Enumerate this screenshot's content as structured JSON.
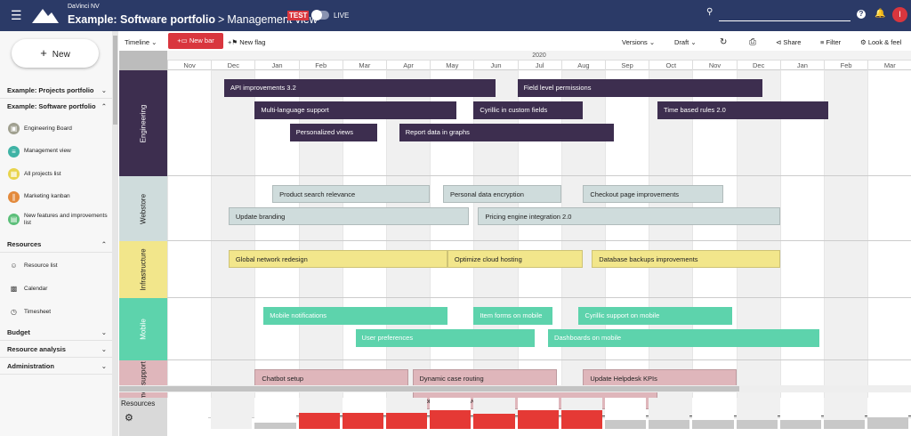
{
  "header": {
    "company": "DaVinci NV",
    "title": "Example: Software portfolio",
    "separator": ">",
    "view": "Management view",
    "test_label": "TEST",
    "live_label": "LIVE",
    "avatar_initial": "I",
    "help_label": "?"
  },
  "sidebar": {
    "new_label": "New",
    "projects_portfolio": "Example: Projects portfolio",
    "software_portfolio": "Example: Software portfolio",
    "items": [
      {
        "label": "Engineering Board",
        "icon": "board-icon",
        "color": "#a0a090"
      },
      {
        "label": "Management view",
        "icon": "timeline-icon",
        "color": "#3fb3a5"
      },
      {
        "label": "All projects list",
        "icon": "grid-icon",
        "color": "#e8d44d"
      },
      {
        "label": "Marketing kanban",
        "icon": "kanban-icon",
        "color": "#e38a3c"
      },
      {
        "label": "New features and improvements list",
        "icon": "list-icon",
        "color": "#5cbf7a"
      }
    ],
    "resources_section": "Resources",
    "resource_items": [
      {
        "label": "Resource list",
        "icon": "person-icon"
      },
      {
        "label": "Calendar",
        "icon": "calendar-icon"
      },
      {
        "label": "Timesheet",
        "icon": "clock-icon"
      }
    ],
    "budget": "Budget",
    "resource_analysis": "Resource analysis",
    "administration": "Administration"
  },
  "toolbar": {
    "timeline": "Timeline",
    "new_bar": "New bar",
    "new_flag": "New flag",
    "versions": "Versions",
    "draft": "Draft",
    "share": "Share",
    "filter": "Filter",
    "look_feel": "Look & feel"
  },
  "timeline": {
    "year": "2020",
    "months": [
      "Nov",
      "Dec",
      "Jan",
      "Feb",
      "Mar",
      "Apr",
      "May",
      "Jun",
      "Jul",
      "Aug",
      "Sep",
      "Oct",
      "Nov",
      "Dec",
      "Jan",
      "Feb",
      "Mar"
    ],
    "lanes": [
      {
        "name": "Engineering",
        "color": "#3d2e4f",
        "bar_color": "#3d2e4f",
        "text_color": "#ffffff",
        "bars": [
          {
            "label": "API improvements 3.2",
            "start": 1.3,
            "end": 7.5,
            "row": 0
          },
          {
            "label": "Field level permissions",
            "start": 8.0,
            "end": 13.6,
            "row": 0
          },
          {
            "label": "Multi-language support",
            "start": 2.0,
            "end": 6.6,
            "row": 1
          },
          {
            "label": "Cyrillic in custom fields",
            "start": 7.0,
            "end": 9.5,
            "row": 1
          },
          {
            "label": "Time based rules 2.0",
            "start": 11.2,
            "end": 15.1,
            "row": 1
          },
          {
            "label": "Personalized views",
            "start": 2.8,
            "end": 4.8,
            "row": 2
          },
          {
            "label": "Report data in graphs",
            "start": 5.3,
            "end": 10.2,
            "row": 2
          }
        ]
      },
      {
        "name": "Webstore",
        "color": "#cfdcdc",
        "bar_color": "#cfdcdc",
        "text_color": "#222222",
        "bars": [
          {
            "label": "Product search relevance",
            "start": 2.4,
            "end": 6.0,
            "row": 0
          },
          {
            "label": "Personal data encryption",
            "start": 6.3,
            "end": 9.0,
            "row": 0
          },
          {
            "label": "Checkout page improvements",
            "start": 9.5,
            "end": 12.7,
            "row": 0
          },
          {
            "label": "Update branding",
            "start": 1.4,
            "end": 6.9,
            "row": 1
          },
          {
            "label": "Pricing engine integration 2.0",
            "start": 7.1,
            "end": 14.0,
            "row": 1
          }
        ]
      },
      {
        "name": "Infrastructure",
        "color": "#f2e68b",
        "bar_color": "#f2e68b",
        "text_color": "#222222",
        "bars": [
          {
            "label": "Global network redesign",
            "start": 1.4,
            "end": 6.4,
            "row": 0
          },
          {
            "label": "Optimize cloud hosting",
            "start": 6.4,
            "end": 9.5,
            "row": 0
          },
          {
            "label": "Database backups improvements",
            "start": 9.7,
            "end": 14.0,
            "row": 0
          }
        ]
      },
      {
        "name": "Mobile",
        "color": "#5dd3ac",
        "bar_color": "#5dd3ac",
        "text_color": "#ffffff",
        "bars": [
          {
            "label": "Mobile notifications",
            "start": 2.2,
            "end": 6.4,
            "row": 0
          },
          {
            "label": "Item forms on mobile",
            "start": 7.0,
            "end": 8.8,
            "row": 0
          },
          {
            "label": "Cyrillic support on mobile",
            "start": 9.4,
            "end": 12.9,
            "row": 0
          },
          {
            "label": "User preferences",
            "start": 4.3,
            "end": 8.4,
            "row": 1
          },
          {
            "label": "Dashboards on mobile",
            "start": 8.7,
            "end": 14.9,
            "row": 1
          }
        ]
      },
      {
        "name": "Customer support",
        "color": "#dfb6bb",
        "bar_color": "#dfb6bb",
        "text_color": "#222222",
        "bars": [
          {
            "label": "Chatbot setup",
            "start": 2.0,
            "end": 5.5,
            "row": 0
          },
          {
            "label": "Dynamic case routing",
            "start": 5.6,
            "end": 8.9,
            "row": 0
          },
          {
            "label": "Update Helpdesk KPIs",
            "start": 9.5,
            "end": 13.0,
            "row": 0
          },
          {
            "label": "Monitoring improvements",
            "start": 5.6,
            "end": 11.2,
            "row": 1
          }
        ]
      }
    ]
  },
  "resources": {
    "label": "Resources",
    "load": [
      0,
      0,
      0.55,
      1.4,
      1.4,
      1.4,
      1.6,
      1.3,
      2.1,
      1.6,
      0.75,
      0.75,
      0.75,
      0.75,
      0.75,
      0.75,
      1.0
    ],
    "over_color": "#e53935",
    "under_color": "#c8c8c8"
  }
}
